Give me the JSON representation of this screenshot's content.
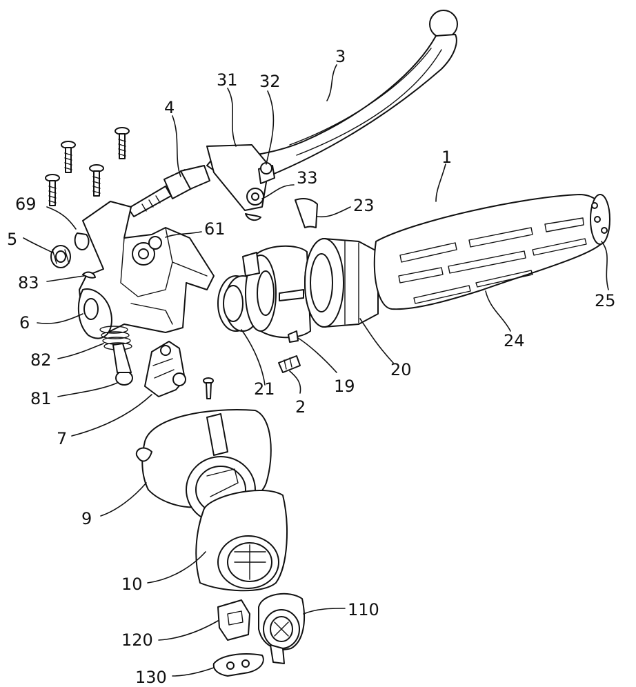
{
  "diagram": {
    "labels": [
      {
        "id": "l1",
        "text": "1"
      },
      {
        "id": "l2",
        "text": "2"
      },
      {
        "id": "l3",
        "text": "3"
      },
      {
        "id": "l4",
        "text": "4"
      },
      {
        "id": "l5",
        "text": "5"
      },
      {
        "id": "l6",
        "text": "6"
      },
      {
        "id": "l7",
        "text": "7"
      },
      {
        "id": "l9",
        "text": "9"
      },
      {
        "id": "l10",
        "text": "10"
      },
      {
        "id": "l19",
        "text": "19"
      },
      {
        "id": "l20",
        "text": "20"
      },
      {
        "id": "l21",
        "text": "21"
      },
      {
        "id": "l23",
        "text": "23"
      },
      {
        "id": "l24",
        "text": "24"
      },
      {
        "id": "l25",
        "text": "25"
      },
      {
        "id": "l31",
        "text": "31"
      },
      {
        "id": "l32",
        "text": "32"
      },
      {
        "id": "l33",
        "text": "33"
      },
      {
        "id": "l61",
        "text": "61"
      },
      {
        "id": "l69",
        "text": "69"
      },
      {
        "id": "l81",
        "text": "81"
      },
      {
        "id": "l82",
        "text": "82"
      },
      {
        "id": "l83",
        "text": "83"
      },
      {
        "id": "l110",
        "text": "110"
      },
      {
        "id": "l120",
        "text": "120"
      },
      {
        "id": "l130",
        "text": "130"
      }
    ]
  }
}
